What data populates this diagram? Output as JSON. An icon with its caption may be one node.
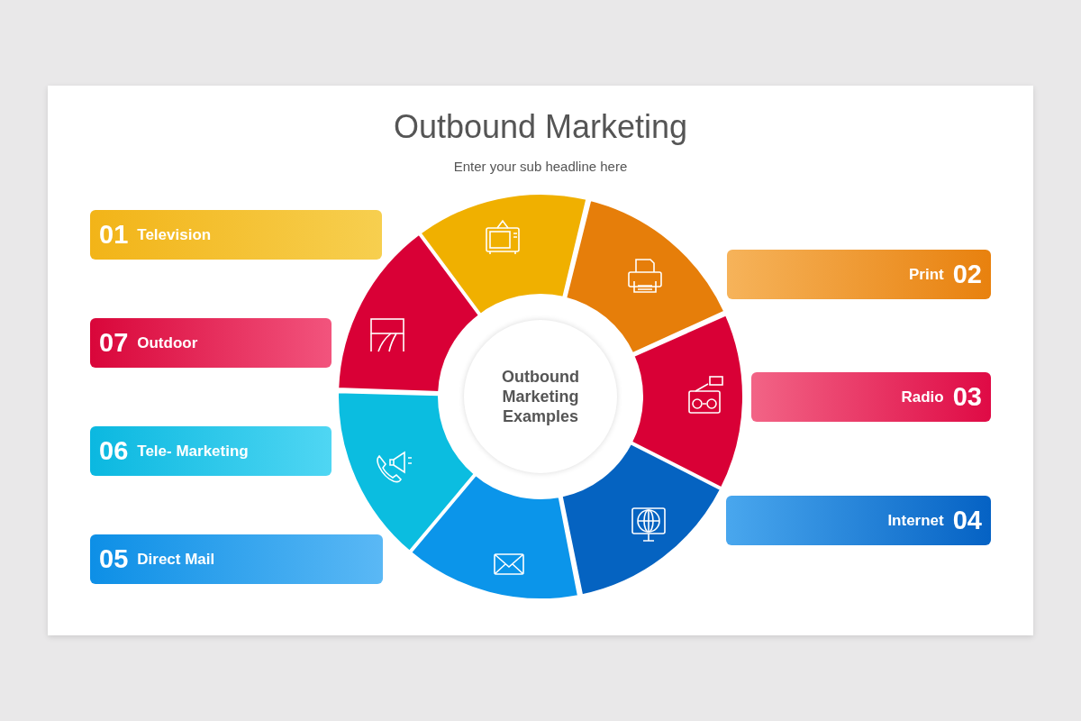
{
  "diagram": {
    "title": "Outbound Marketing",
    "nodes": [
      {
        "text": [
          "Outbound Marketing Examples"
        ]
      },
      {
        "text": [
          "01",
          "Television"
        ]
      },
      {
        "text": [
          "Print",
          "02"
        ]
      },
      {
        "text": [
          "Radio",
          "03"
        ]
      },
      {
        "text": [
          "Internet",
          "04"
        ]
      },
      {
        "text": [
          "05",
          "Direct Mail"
        ]
      },
      {
        "text": [
          "06",
          "Tele- Marketing"
        ]
      },
      {
        "text": [
          "07",
          "Outdoor"
        ]
      }
    ],
    "labels": [
      "Enter your sub headline here"
    ]
  }
}
